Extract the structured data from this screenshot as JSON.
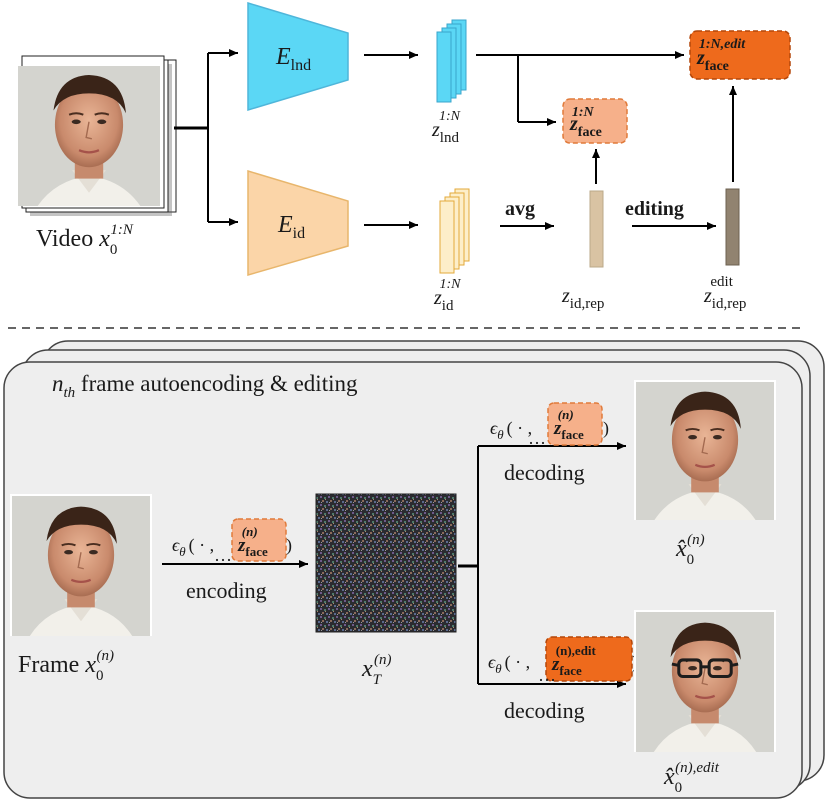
{
  "top": {
    "video_label": {
      "text": "Video ",
      "var": "x",
      "sub": "0",
      "sup": "1:N"
    },
    "encoder_lnd": {
      "main": "E",
      "sub": "lnd"
    },
    "encoder_id": {
      "main": "E",
      "sub": "id"
    },
    "z_lnd": {
      "main": "z",
      "sub": "lnd",
      "sup": "1:N"
    },
    "z_id": {
      "main": "z",
      "sub": "id",
      "sup": "1:N"
    },
    "z_face": {
      "main": "z",
      "sub": "face",
      "sup": "1:N"
    },
    "z_face_edit": {
      "main": "z",
      "sub": "face",
      "sup": "1:N,edit"
    },
    "avg_label": "avg",
    "editing_label": "editing",
    "z_id_rep": {
      "main": "z",
      "sub": "id,rep"
    },
    "z_id_rep_edit": {
      "main": "z",
      "sub": "id,rep",
      "sup": "edit"
    }
  },
  "bottom": {
    "panel_title": {
      "n": "n",
      "sub": "th",
      "text": " frame autoencoding & editing"
    },
    "frame_label": {
      "text": "Frame ",
      "var": "x",
      "sub": "0",
      "sup": "(n)"
    },
    "encoding_label": "encoding",
    "decoding_label_top": "decoding",
    "decoding_label_bottom": "decoding",
    "eps_prefix": "ϵ",
    "eps_sub": "θ",
    "eps_open": "( · ,",
    "eps_close": ")",
    "ellipsis": "···",
    "z_face_n": {
      "main": "z",
      "sub": "face",
      "sup": "(n)"
    },
    "z_face_n_edit": {
      "main": "z",
      "sub": "face",
      "sup": "(n),edit"
    },
    "x_T": {
      "var": "x",
      "sub": "T",
      "sup": "(n)"
    },
    "x_hat": {
      "var": "x̂",
      "sub": "0",
      "sup": "(n)"
    },
    "x_hat_edit": {
      "var": "x̂",
      "sub": "0",
      "sup": "(n),edit"
    }
  },
  "colors": {
    "encoder_lnd_fill": "#5bd7f5",
    "encoder_id_fill": "#fbd5a8",
    "z_light_fill": "#f6b08a",
    "z_dark_fill": "#ee6a1c",
    "z_rep_fill": "#d9c3a3",
    "z_rep_edit_fill": "#918370",
    "panel_fill": "#eeeeee"
  }
}
